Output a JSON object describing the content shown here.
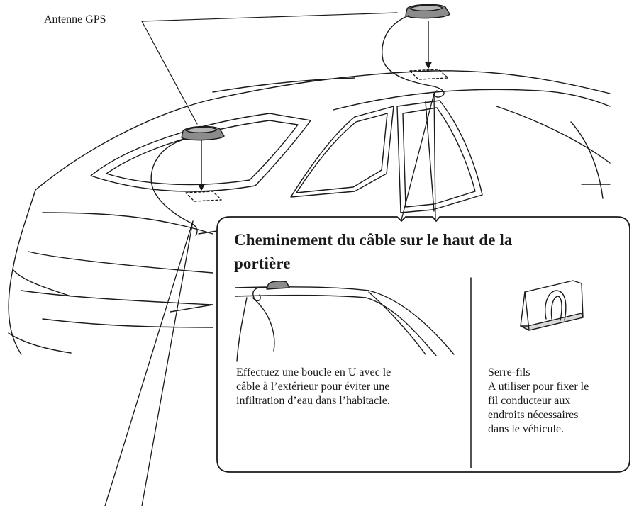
{
  "labels": {
    "antenna": "Antenne GPS"
  },
  "detail_box": {
    "title_line1": "Cheminement du câble sur le haut de la",
    "title_line2": "portière",
    "left_caption": [
      "Effectuez une boucle en U avec le",
      "câble à l’extérieur pour éviter une",
      "infiltration d’eau dans l’habitacle."
    ],
    "right_caption": [
      "Serre-fils",
      "A utiliser pour fixer le",
      "fil conducteur aux",
      "endroits nécessaires",
      "dans le véhicule."
    ]
  },
  "colors": {
    "line": "#1a1a1a",
    "antenna_fill": "#8c8c8c",
    "antenna_top": "#b5b5b5",
    "clip_shade": "#d9d9d9"
  }
}
